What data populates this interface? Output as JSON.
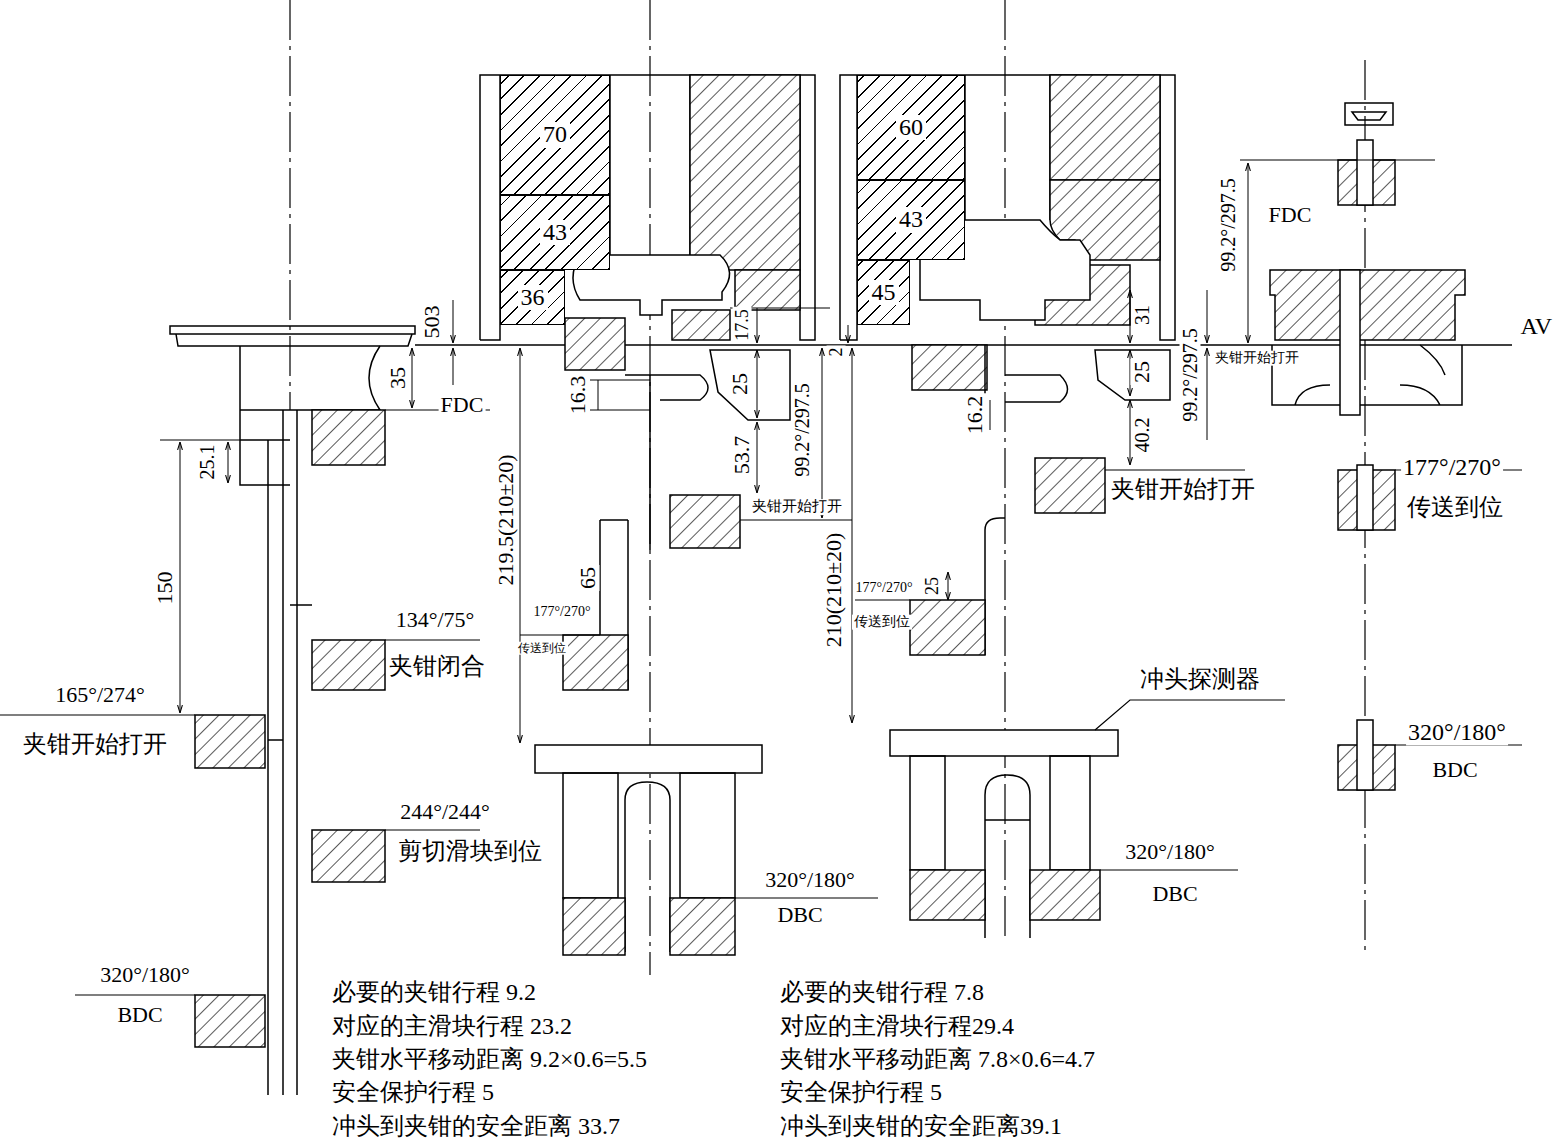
{
  "diagram": {
    "nodes": [
      {
        "text": [
          "70"
        ]
      },
      {
        "text": [
          "43"
        ]
      },
      {
        "text": [
          "36"
        ]
      },
      {
        "text": [
          "60"
        ]
      },
      {
        "text": [
          "43"
        ]
      },
      {
        "text": [
          "45"
        ]
      }
    ],
    "labels": [
      "503",
      "35",
      "FDC",
      "25.1",
      "150",
      "165°/274°",
      "夹钳开始打开",
      "134°/75°",
      "夹钳闭合",
      "244°/244°",
      "剪切滑块到位",
      "320°/180°",
      "BDC",
      "17.5",
      "25",
      "16.3",
      "53.7",
      "99.2°/297.5",
      "夹钳开始打开",
      "219.5(210±20)",
      "65",
      "177°/270°",
      "传送到位",
      "320°/180°",
      "DBC",
      "必要的夹钳行程 9.2",
      "对应的主滑块行程 23.2",
      "夹钳水平移动距离 9.2×0.6=5.5",
      "安全保护行程 5",
      "冲头到夹钳的安全距离 33.7",
      "2",
      "210(210±20)",
      "31",
      "25",
      "16.2",
      "40.2",
      "夹钳开始打开",
      "25",
      "177°/270°",
      "传送到位",
      "冲头探测器",
      "320°/180°",
      "DBC",
      "必要的夹钳行程 7.8",
      "对应的主滑块行程29.4",
      "夹钳水平移动距离 7.8×0.6=4.7",
      "安全保护行程 5",
      "冲头到夹钳的安全距离39.1",
      "99.2°/297.5",
      "FDC",
      "AV",
      "99.2°/297.5",
      "夹钳开始打开",
      "177°/270°",
      "传送到位",
      "320°/180°",
      "BDC"
    ]
  }
}
